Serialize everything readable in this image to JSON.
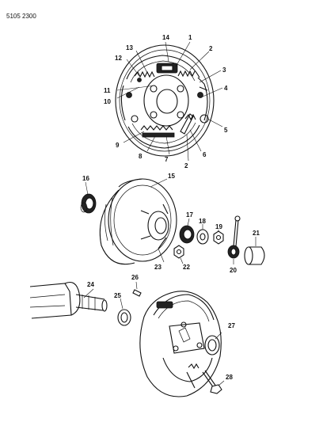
{
  "document_id": "5105 2300",
  "callouts": {
    "c1": "1",
    "c2": "2",
    "c2b": "2",
    "c3": "3",
    "c4": "4",
    "c5": "5",
    "c6": "6",
    "c7": "7",
    "c8": "8",
    "c9": "9",
    "c10": "10",
    "c11": "11",
    "c12": "12",
    "c13": "13",
    "c14": "14",
    "c15": "15",
    "c16": "16",
    "c17": "17",
    "c18": "18",
    "c19": "19",
    "c20": "20",
    "c21": "21",
    "c22": "22",
    "c23": "23",
    "c24": "24",
    "c25": "25",
    "c26": "26",
    "c27": "27",
    "c28": "28"
  }
}
